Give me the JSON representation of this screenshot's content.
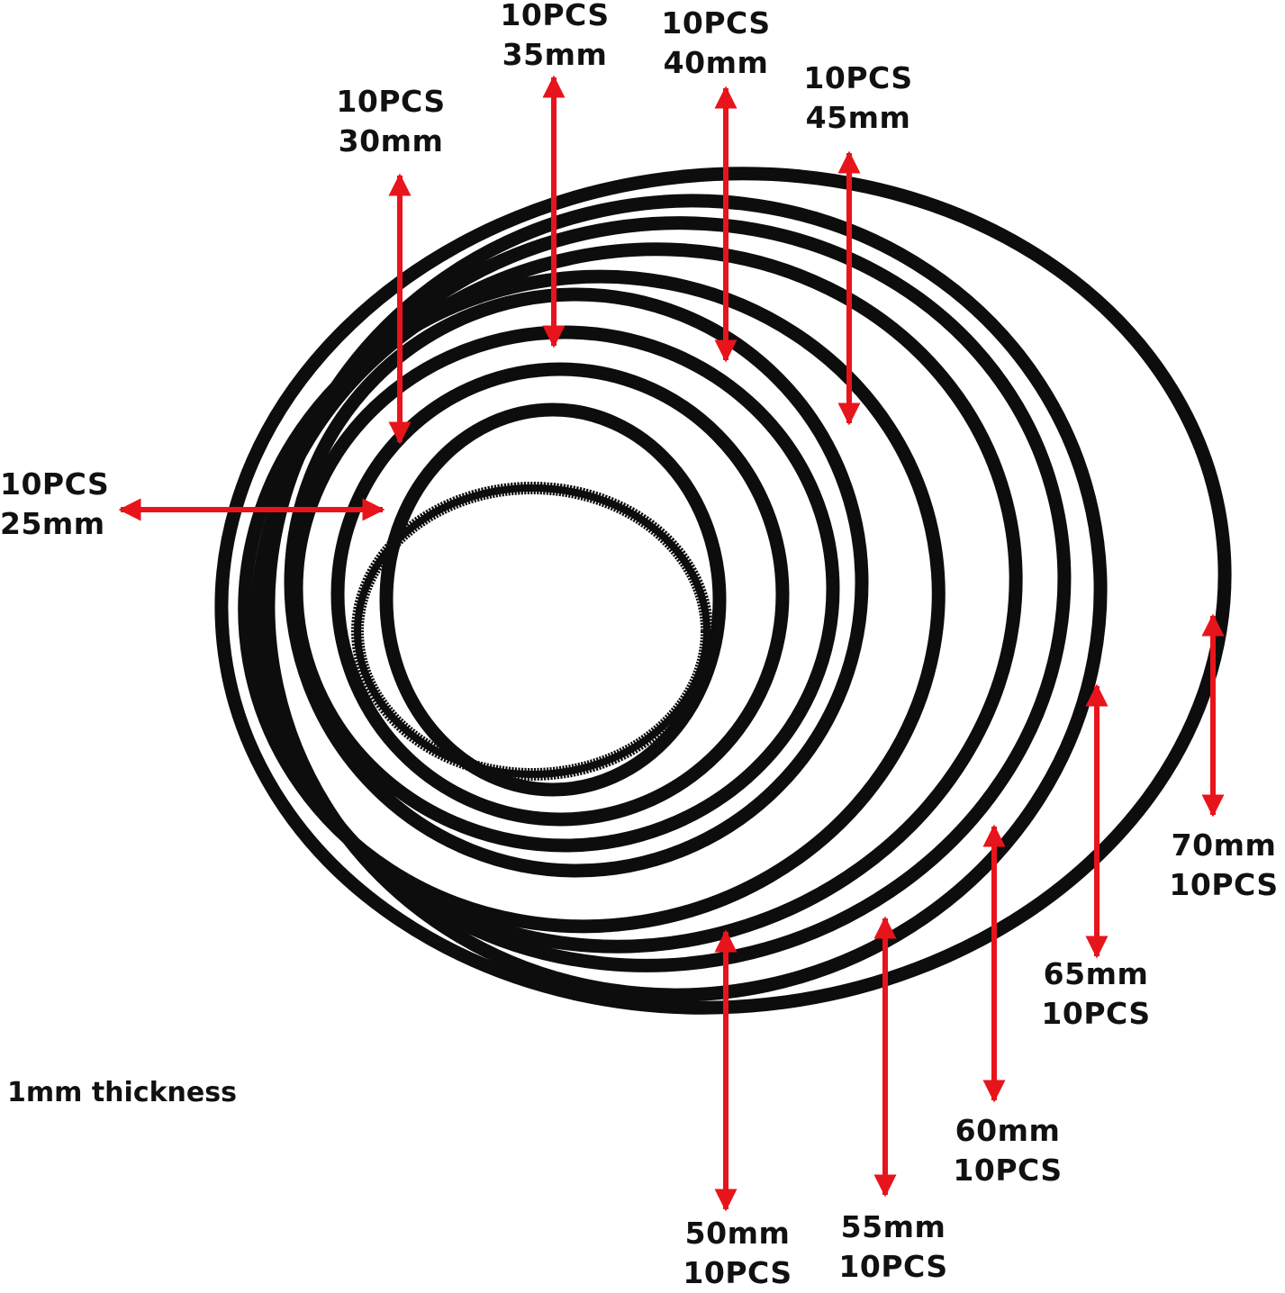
{
  "colors": {
    "belt": "#0d0d0d",
    "arrow": "#e8141c",
    "text": "#111111",
    "background": "#ffffff"
  },
  "note": "1mm thickness",
  "belts": [
    {
      "id": "25mm",
      "count": "10PCS",
      "size": "25mm"
    },
    {
      "id": "30mm",
      "count": "10PCS",
      "size": "30mm"
    },
    {
      "id": "35mm",
      "count": "10PCS",
      "size": "35mm"
    },
    {
      "id": "40mm",
      "count": "10PCS",
      "size": "40mm"
    },
    {
      "id": "45mm",
      "count": "10PCS",
      "size": "45mm"
    },
    {
      "id": "50mm",
      "count": "10PCS",
      "size": "50mm"
    },
    {
      "id": "55mm",
      "count": "10PCS",
      "size": "55mm"
    },
    {
      "id": "60mm",
      "count": "10PCS",
      "size": "60mm"
    },
    {
      "id": "65mm",
      "count": "10PCS",
      "size": "65mm"
    },
    {
      "id": "70mm",
      "count": "10PCS",
      "size": "70mm"
    }
  ]
}
